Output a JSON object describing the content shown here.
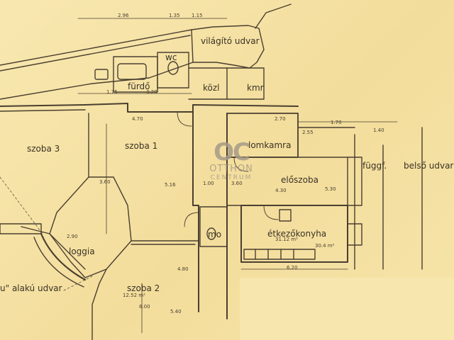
{
  "rooms": {
    "vilagito_udvar": "világító udvar",
    "wc": "wc",
    "furdo": "fürdő",
    "kozl": "közl",
    "kmr": "kmr",
    "szoba3": "szoba 3",
    "szoba1": "szoba 1",
    "lomkamra": "lomkamra",
    "foggf": "függf.",
    "belso_udvar": "belső udvar",
    "eloszoba": "előszoba",
    "etkezokonyha": "étkezőkonyha",
    "mo": "mo",
    "loggia": "loggia",
    "u_alaku_udvar": "u\" alakú udvar",
    "szoba2": "szoba 2"
  },
  "dimensions": {
    "d1": "2.96",
    "d2": "1.35",
    "d3": "1.15",
    "d4": "1.75",
    "d5": "3.20",
    "d6": "4.70",
    "d7": "2.70",
    "d8": "2.55",
    "d9": "1.70",
    "d10": "1.40",
    "d11": "4.30",
    "d12": "5.30",
    "d13": "3.60",
    "d14": "5.16",
    "d15": "1.00",
    "d16": "3.60",
    "d17": "8.00",
    "d18": "4.80",
    "d19": "5.40",
    "d20": "2.90",
    "d21": "12.52 m²",
    "d22": "31.12 m²",
    "d23": "30.4 m²",
    "d24": "6.20"
  },
  "watermark": {
    "monogram": "OC",
    "line1": "OTTHON",
    "line2": "CENTRUM"
  },
  "colors": {
    "paper": "#f5e2a4",
    "ink": "#3a3226",
    "watermark": "#a59a88"
  }
}
